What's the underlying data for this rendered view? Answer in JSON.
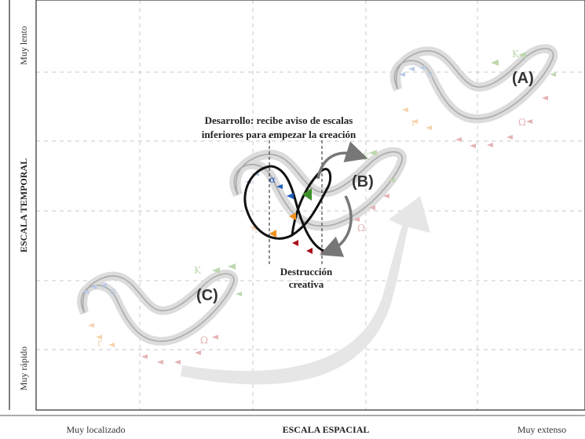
{
  "axes": {
    "y_title": "ESCALA TEMPORAL",
    "y_top": "Muy lento",
    "y_bottom": "Muy rápido",
    "x_title": "ESCALA ESPACIAL",
    "x_left": "Muy localizado",
    "x_right": "Muy extenso"
  },
  "loops": {
    "a_label": "(A)",
    "b_label": "(B)",
    "c_label": "(C)"
  },
  "phases": {
    "alpha": "α",
    "kappa": "K",
    "omega": "Ω",
    "r": "r"
  },
  "annotations": {
    "development_line1": "Desarrollo: recibe aviso de escalas",
    "development_line2": "inferiores para empezar la creación",
    "destruction_line1": "Destrucción",
    "destruction_line2": "creativa"
  },
  "colors": {
    "alpha_phase": "#1f5fbf",
    "kappa_phase": "#3f8f2a",
    "omega_phase": "#a8101a",
    "r_phase": "#f0901e",
    "faded_alpha": "#b9cbe6",
    "faded_kappa": "#bfd8b0",
    "faded_omega": "#e4b3b6",
    "faded_r": "#f6d3ae",
    "grid": "#c8c8c8",
    "frame": "#555555"
  }
}
